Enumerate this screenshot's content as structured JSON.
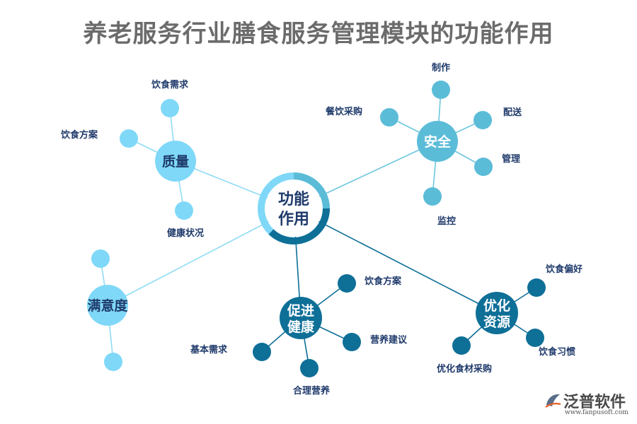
{
  "title": "养老服务行业膳食服务管理模块的功能作用",
  "center": {
    "line1": "功能",
    "line2": "作用"
  },
  "hubs": {
    "quality": {
      "label": "质量"
    },
    "safety": {
      "label": "安全"
    },
    "satisfaction": {
      "label": "满意度"
    },
    "health": {
      "line1": "促进",
      "line2": "健康"
    },
    "resources": {
      "line1": "优化",
      "line2": "资源"
    }
  },
  "leaves": {
    "quality": [
      "饮食需求",
      "饮食方案",
      "健康状况"
    ],
    "safety": [
      "制作",
      "餐饮采购",
      "配送",
      "管理",
      "监控"
    ],
    "health": [
      "饮食方案",
      "营养建议",
      "合理营养",
      "基本需求"
    ],
    "resources": [
      "饮食偏好",
      "饮食习惯",
      "优化食材采购"
    ]
  },
  "colors": {
    "light": "#7fd8f8",
    "mid": "#5bbcd8",
    "dark": "#0e6f97",
    "label": "#1f3a6b"
  },
  "logo": {
    "name": "泛普软件",
    "url": "www.fanpusoft.com"
  }
}
